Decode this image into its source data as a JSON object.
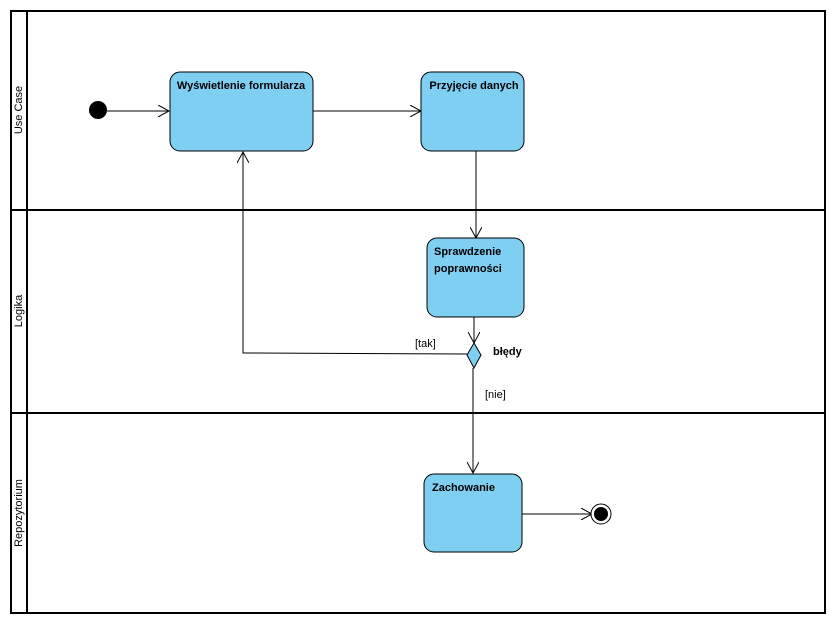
{
  "diagram": {
    "colors": {
      "node_fill": "#7fcff3",
      "stroke": "#000000",
      "background": "#ffffff"
    },
    "lanes": [
      {
        "id": "use-case",
        "label": "Use Case"
      },
      {
        "id": "logika",
        "label": "Logika"
      },
      {
        "id": "repozytorium",
        "label": "Repozytorium"
      }
    ],
    "nodes": {
      "display_form": {
        "lines": [
          "Wyświetlenie formularza"
        ]
      },
      "receive_data": {
        "lines": [
          "Przyjęcie danych"
        ]
      },
      "validate": {
        "lines": [
          "Sprawdzenie",
          "poprawności"
        ]
      },
      "save": {
        "lines": [
          "Zachowanie"
        ]
      }
    },
    "decision": {
      "label": "błędy"
    },
    "guards": {
      "yes": "[tak]",
      "no": "[nie]"
    }
  }
}
